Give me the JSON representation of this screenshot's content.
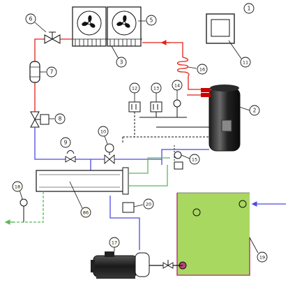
{
  "labels": {
    "l1": "1",
    "l2": "2",
    "l5": "5",
    "l6": "6",
    "l7": "7",
    "l8": "8",
    "l9": "9",
    "l10": "10",
    "l11": "11",
    "l12": "12",
    "l13": "13",
    "l14": "14",
    "l15": "15",
    "l16": "16",
    "l17": "17",
    "l18": "18",
    "l19": "19",
    "l20": "20",
    "l3": "3",
    "l86": "86"
  },
  "colors": {
    "hot_line": "#e2231a",
    "cold_line": "#4a4ae0",
    "water_line": "#5cb85c",
    "tank_fill": "#a8d860",
    "tank_outline": "#b8457a",
    "signal_line": "#111111"
  }
}
